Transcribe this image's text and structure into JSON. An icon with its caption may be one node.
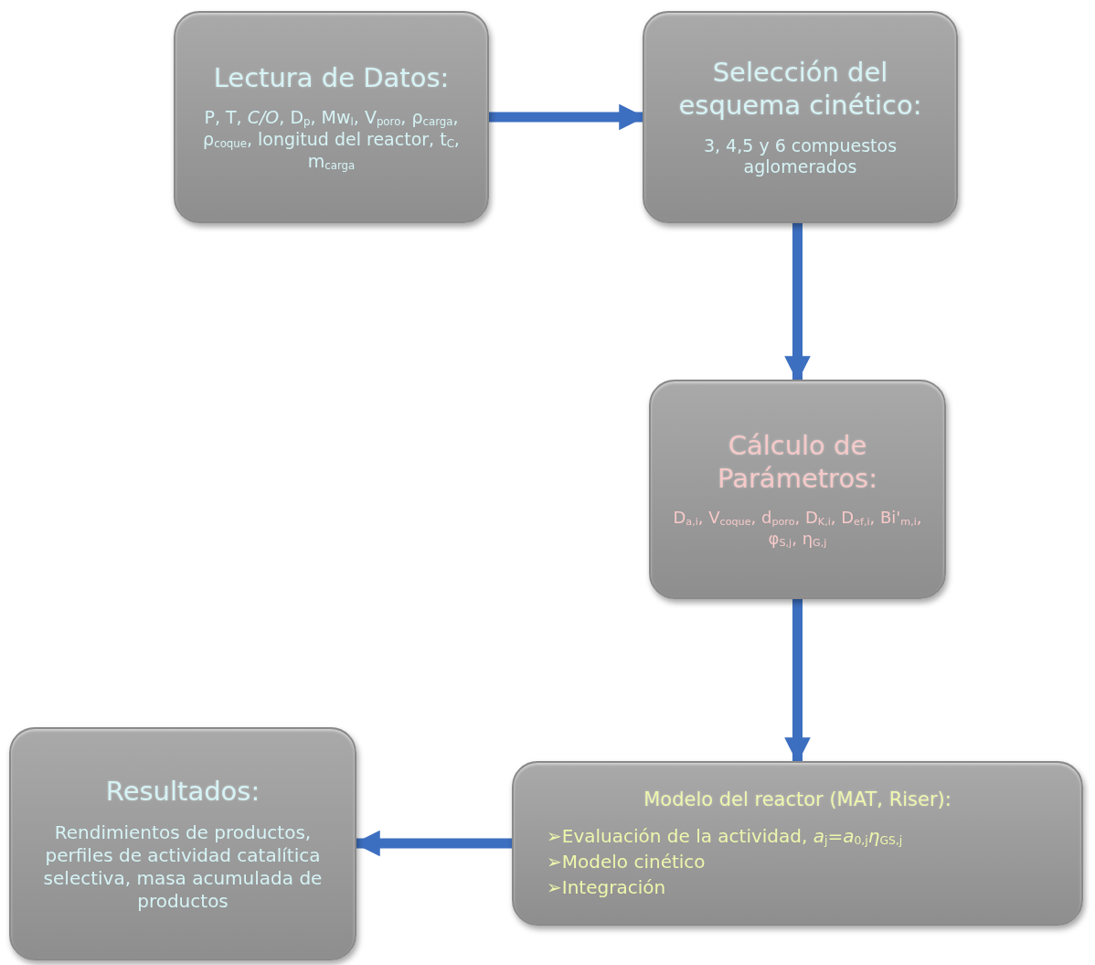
{
  "diagram": {
    "nodes": [
      {
        "text": [
          "Lectura de Datos:",
          "P, T, *C/O*, D$_{p}$, Mw$_{i}$, V$_{poro}$, ρ$_{carga}$, ρ$_{coque}$, longitud del reactor, t$_{C}$, m$_{carga}$"
        ]
      },
      {
        "text": [
          "Selección del esquema cinético:",
          "3, 4,5 y 6 compuestos aglomerados"
        ]
      },
      {
        "text": [
          "Cálculo de Parámetros:",
          "D$_{a,i}$, V$_{coque}$, d$_{poro}$, D$_{K,i}$, D$_{ef,i}$, Bi'$_{m,i}$, φ$_{S,j}$, η$_{G,j}$"
        ]
      },
      {
        "text": [
          "Modelo del reactor (MAT, Riser):",
          "➢Evaluación de la actividad, *a*$_{j}$=*a*$_{0,j}$*η*$_{GS,j}$",
          "➢Modelo cinético",
          "➢Integración"
        ]
      },
      {
        "text": [
          "Resultados:",
          "Rendimientos de productos, perfiles de actividad catalítica selectiva, masa acumulada de productos"
        ]
      }
    ],
    "edges": [
      {
        "from": 0,
        "to": 1,
        "arrow": "to"
      },
      {
        "from": 1,
        "to": 2,
        "arrow": "to"
      },
      {
        "from": 2,
        "to": 3,
        "arrow": "to"
      },
      {
        "from": 3,
        "to": 4,
        "arrow": "to"
      }
    ]
  }
}
